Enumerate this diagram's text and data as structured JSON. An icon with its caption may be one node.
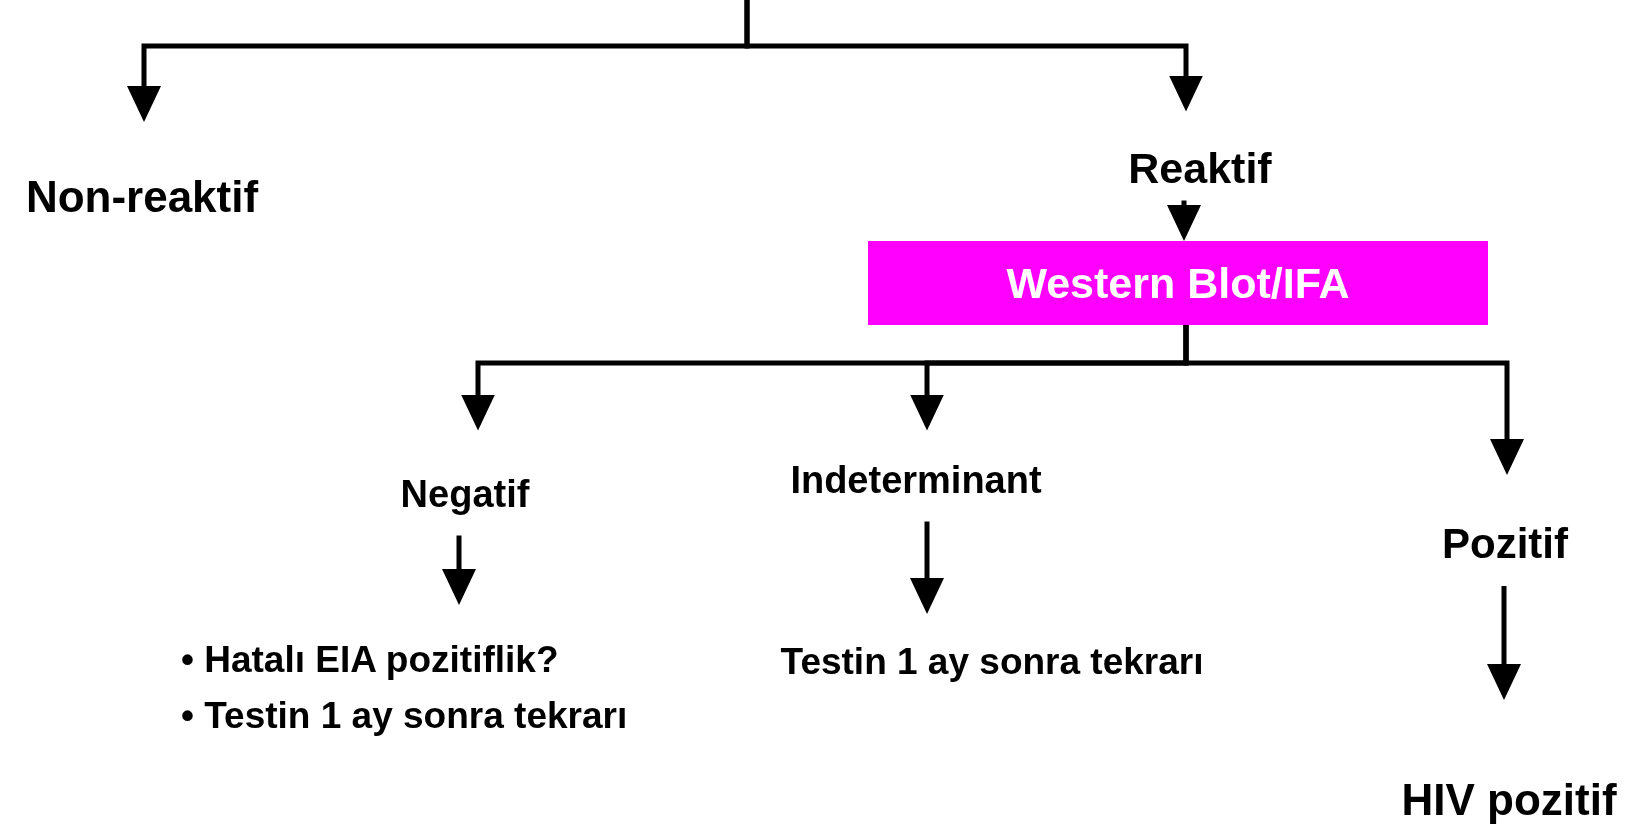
{
  "diagram": {
    "nodes": [
      {
        "text": [
          "Non-reaktif"
        ]
      },
      {
        "text": [
          "Reaktif"
        ]
      },
      {
        "text": [
          "Western Blot/IFA"
        ]
      },
      {
        "text": [
          "Negatif"
        ]
      },
      {
        "text": [
          "Indeterminant"
        ]
      },
      {
        "text": [
          "Pozitif"
        ]
      },
      {
        "text": [
          "• Hatalı EIA pozitiflik?",
          "• Testin 1 ay sonra tekrarı"
        ]
      },
      {
        "text": [
          "Testin 1 ay sonra tekrarı"
        ]
      },
      {
        "text": [
          "HIV pozitif"
        ]
      }
    ],
    "edges": [
      {
        "from": null,
        "to": 0,
        "arrow": "to"
      },
      {
        "from": null,
        "to": 1,
        "arrow": "to"
      },
      {
        "from": 1,
        "to": 2,
        "arrow": "to"
      },
      {
        "from": 2,
        "to": 3,
        "arrow": "to"
      },
      {
        "from": 2,
        "to": 4,
        "arrow": "to"
      },
      {
        "from": 2,
        "to": 5,
        "arrow": "to"
      },
      {
        "from": 3,
        "to": 6,
        "arrow": "to"
      },
      {
        "from": 4,
        "to": 7,
        "arrow": "to"
      },
      {
        "from": 5,
        "to": 8,
        "arrow": "to"
      }
    ]
  }
}
